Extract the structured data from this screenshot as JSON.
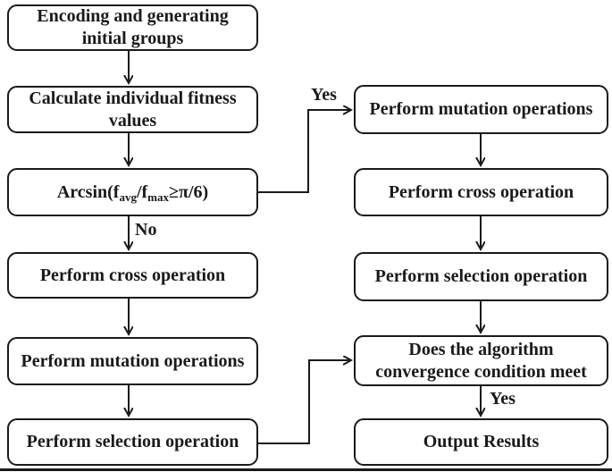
{
  "diagram": {
    "title": "Genetic algorithm flowchart",
    "line_color": "#1a1a1a",
    "box_background": "#ffffff"
  },
  "nodes": {
    "encoding": {
      "lines": [
        "Encoding and generating",
        "initial groups"
      ]
    },
    "fitness": {
      "lines": [
        "Calculate individual fitness",
        "values"
      ]
    },
    "condition": {
      "prefix": "Arcsin(f",
      "sub1": "avg",
      "mid": "/f",
      "sub2": "max",
      "suffix": "≥π/6)"
    },
    "cross_left": {
      "lines": [
        "Perform cross operation"
      ]
    },
    "mutation_left": {
      "lines": [
        "Perform mutation operations"
      ]
    },
    "selection_left": {
      "lines": [
        "Perform selection operation"
      ]
    },
    "mutation_right": {
      "lines": [
        "Perform mutation operations"
      ]
    },
    "cross_right": {
      "lines": [
        "Perform cross operation"
      ]
    },
    "selection_right": {
      "lines": [
        "Perform selection operation"
      ]
    },
    "convergence": {
      "lines": [
        "Does the algorithm",
        "convergence condition meet"
      ]
    },
    "output": {
      "lines": [
        "Output Results"
      ]
    }
  },
  "labels": {
    "yes_top": "Yes",
    "no": "No",
    "yes_bottom": "Yes"
  }
}
